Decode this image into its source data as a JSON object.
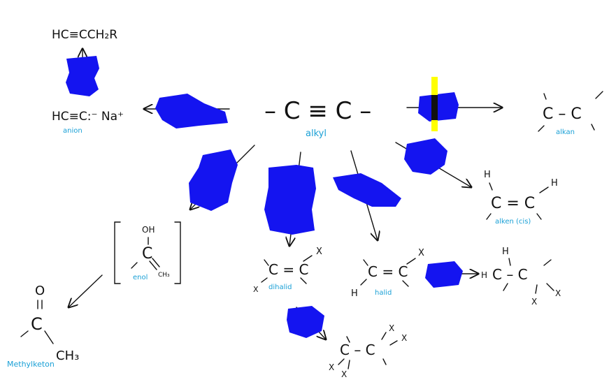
{
  "colors": {
    "ink": "#111111",
    "label_blue": "#1aa0d6",
    "redaction_blue": "#1414f0",
    "highlight_yellow": "#ffff00"
  },
  "center": {
    "formula": "– C ≡ C –",
    "label": "alkyl"
  },
  "left_top": {
    "formula": "HC≡CCH₂R"
  },
  "left_anion": {
    "formula": "HC≡C:⁻ Na⁺",
    "label": "anion"
  },
  "alkan": {
    "formula": "C – C",
    "label": "alkan"
  },
  "alken_cis": {
    "formula": "C = C",
    "H_left": "H",
    "H_right": "H",
    "label": "alken (cis)"
  },
  "enol": {
    "OH": "OH",
    "C": "C",
    "CH3": "CH₃",
    "label": "enol"
  },
  "methylketon": {
    "O": "O",
    "C": "C",
    "CH3": "CH₃",
    "label": "Methylketon"
  },
  "dihalid": {
    "formula": "C = C",
    "x_right": "X",
    "x_left": "X",
    "label": "dihalid"
  },
  "halid": {
    "formula": "C = C",
    "x_right": "X",
    "H": "H",
    "label": "halid"
  },
  "halo_alkane": {
    "H": "H",
    "formula": "C – C",
    "H_left": "H",
    "x_bottom": "X",
    "x_right": "X"
  },
  "tetrahalide": {
    "formula": "C – C",
    "x1": "X",
    "x2": "X",
    "x3": "X",
    "x4": "X"
  }
}
